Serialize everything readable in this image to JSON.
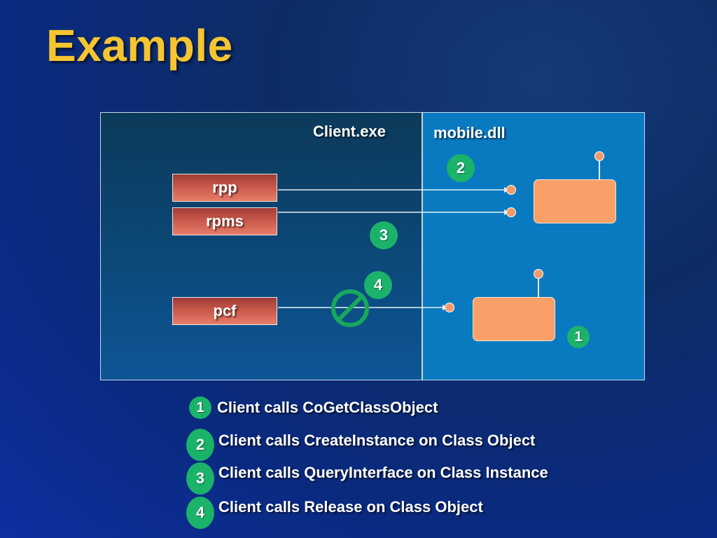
{
  "title": "Example",
  "client_panel_label": "Client.exe",
  "dll_panel_label": "mobile.dll",
  "interfaces": [
    {
      "label": "rpp"
    },
    {
      "label": "rpms"
    },
    {
      "label": "pcf"
    }
  ],
  "diagram_badges": {
    "create_instance": "2",
    "query_interface": "3",
    "release": "4",
    "get_class_object": "1"
  },
  "steps": [
    {
      "number": "1",
      "text": "Client calls CoGetClassObject"
    },
    {
      "number": "2",
      "text": "Client calls CreateInstance on Class Object"
    },
    {
      "number": "3",
      "text": "Client calls QueryInterface on Class Instance"
    },
    {
      "number": "4",
      "text": "Client calls Release on Class Object"
    }
  ],
  "colors": {
    "title": "#f5c531",
    "badge": "#1bb26a",
    "object": "#f8a068",
    "interface": "#c8574a",
    "prohibited": "#17a85c"
  },
  "icons": {
    "release_marker": "no-entry-icon",
    "connector": "lollipop-icon"
  }
}
